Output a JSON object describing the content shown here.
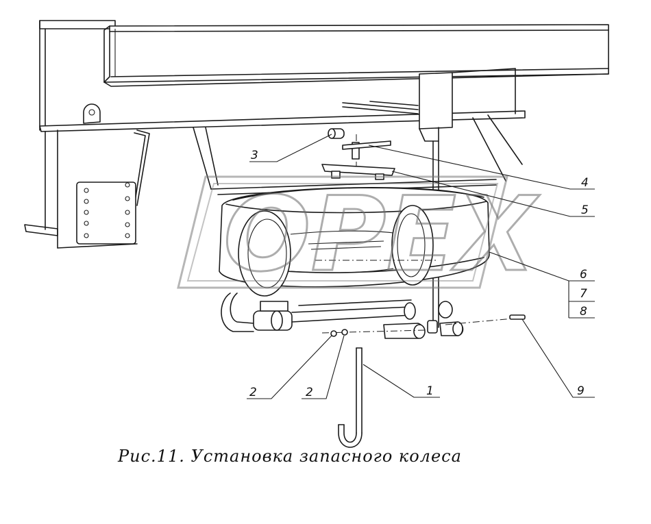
{
  "caption": "Рис.11.  Установка  запасного  колеса",
  "watermark": "OPEX",
  "callouts": [
    {
      "id": "c1",
      "label": "1"
    },
    {
      "id": "c2a",
      "label": "2"
    },
    {
      "id": "c2b",
      "label": "2"
    },
    {
      "id": "c3",
      "label": "3"
    },
    {
      "id": "c4",
      "label": "4"
    },
    {
      "id": "c5",
      "label": "5"
    },
    {
      "id": "c6",
      "label": "6"
    },
    {
      "id": "c7",
      "label": "7"
    },
    {
      "id": "c8",
      "label": "8"
    },
    {
      "id": "c9",
      "label": "9"
    }
  ]
}
